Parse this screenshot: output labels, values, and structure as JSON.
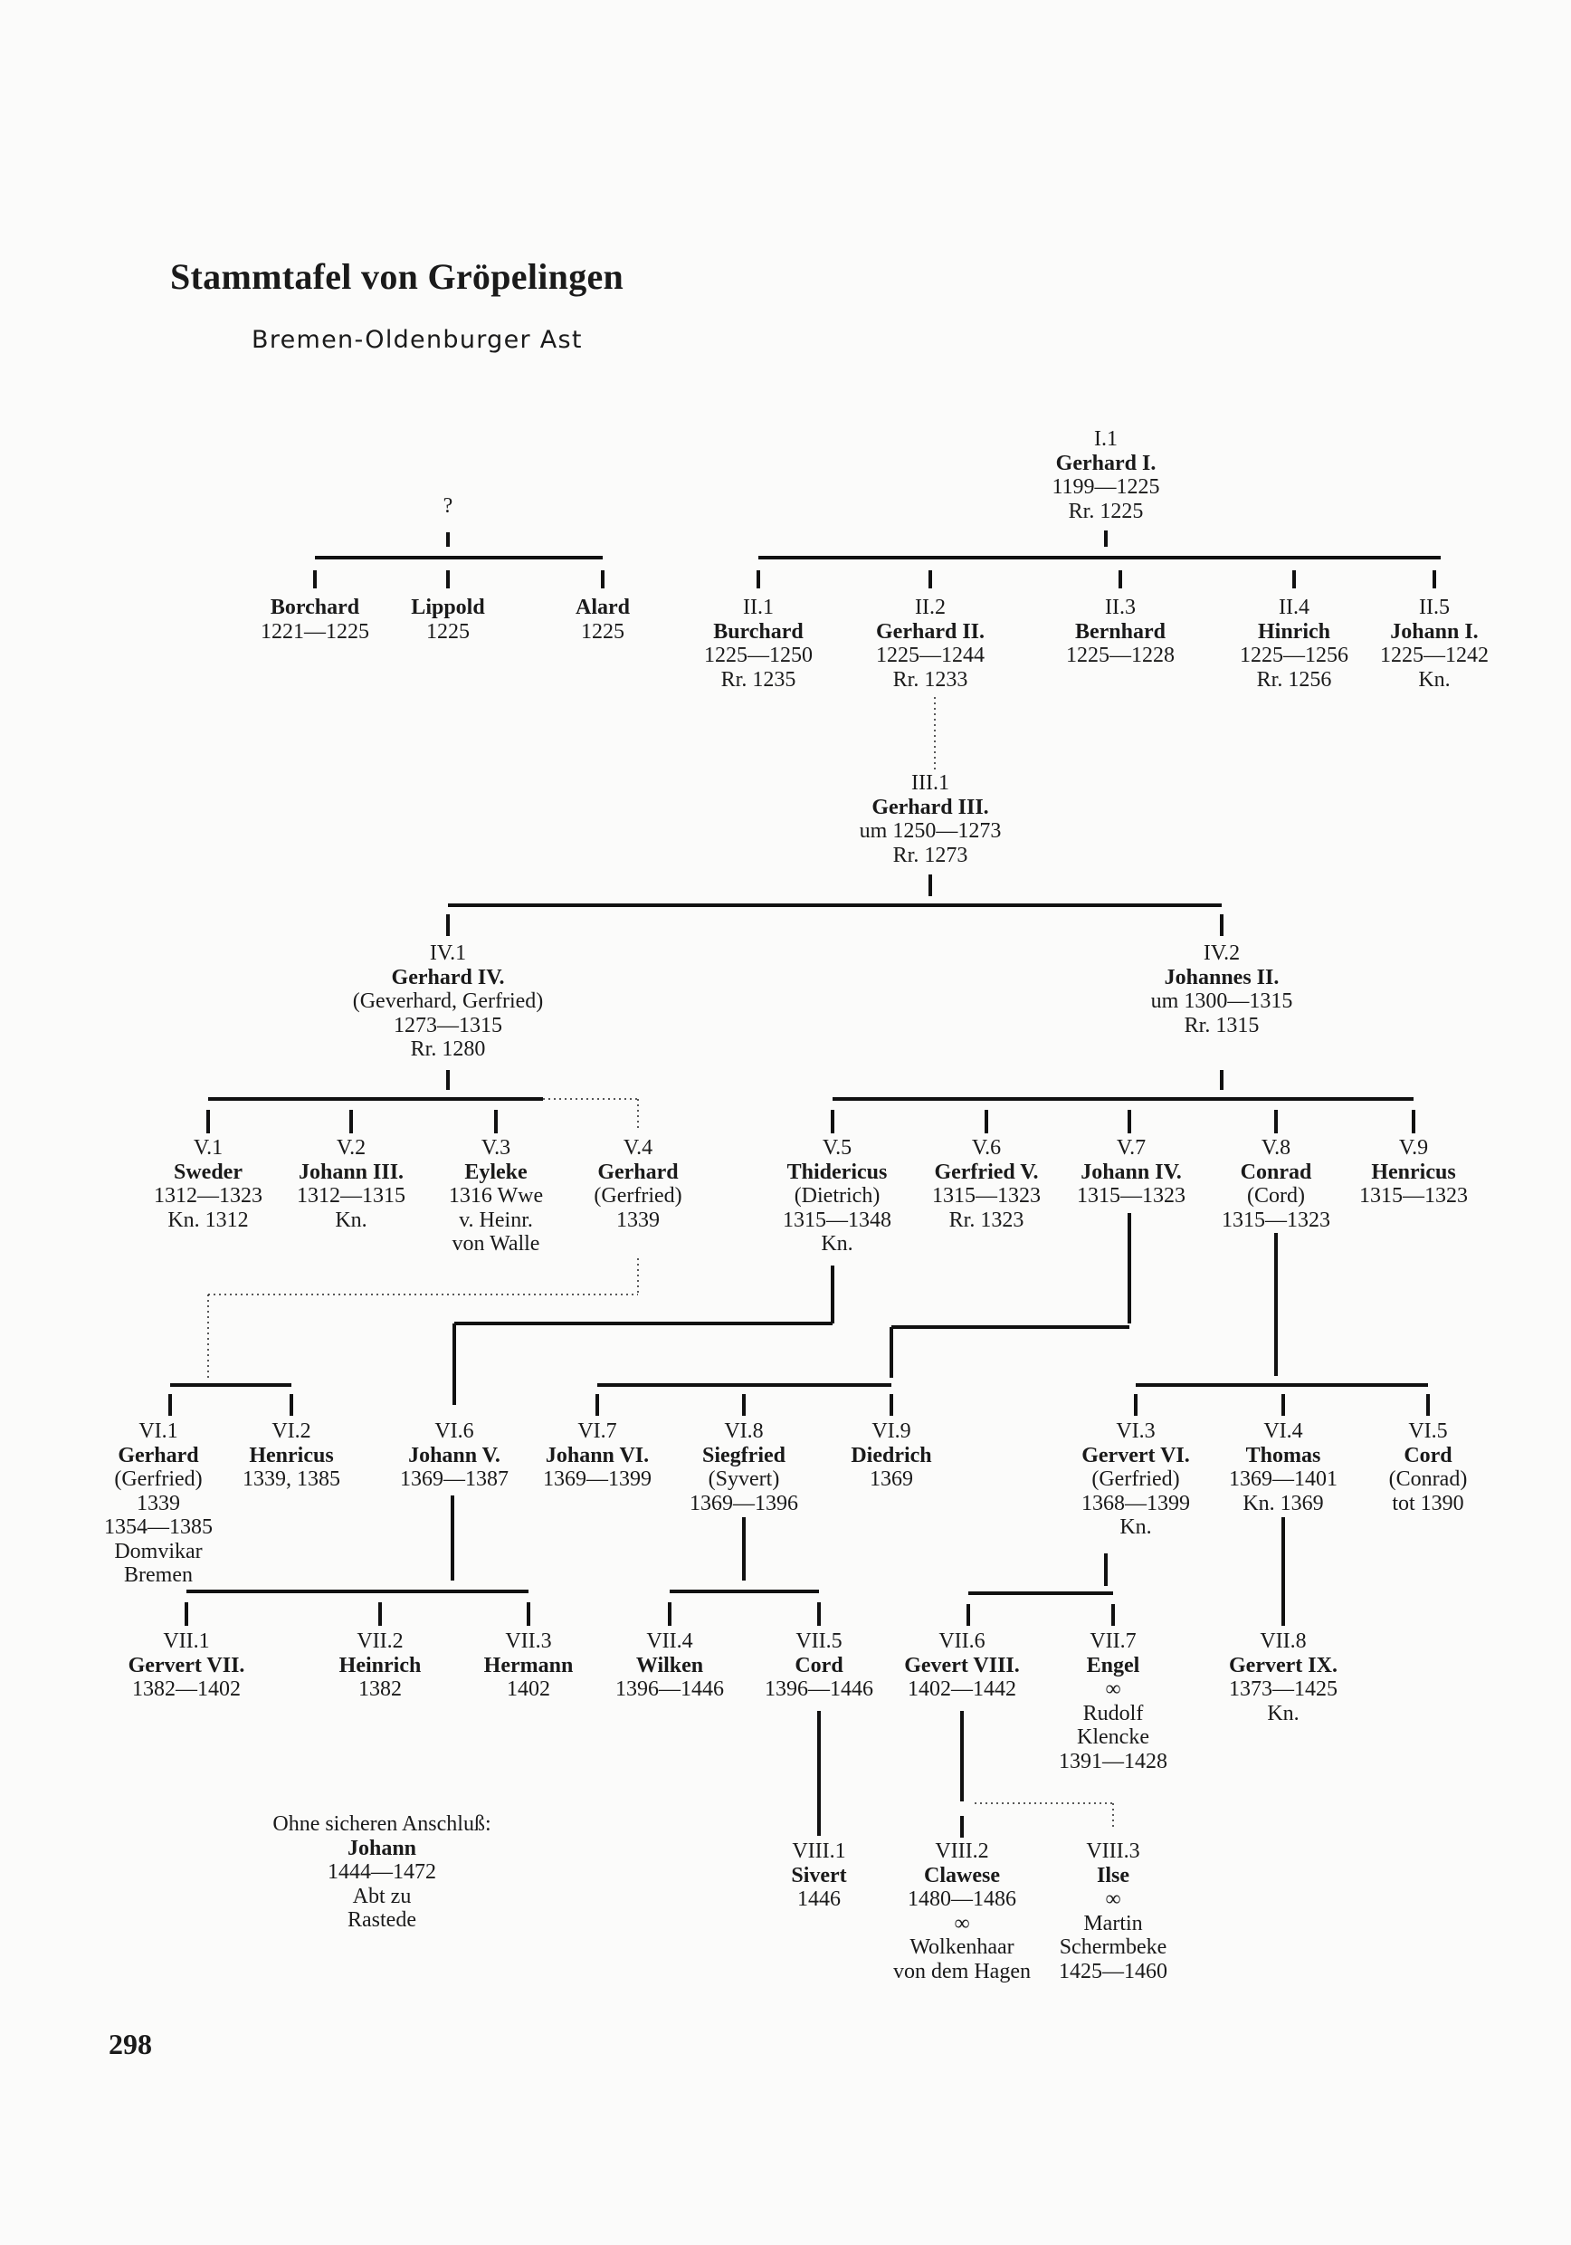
{
  "title": "Stammtafel von Gröpelingen",
  "subtitle": "Bremen-Oldenburger Ast",
  "page_number": "298",
  "unknown_parent": "?",
  "nodes": {
    "i1": {
      "lines": [
        "I.1",
        "Gerhard I.",
        "1199—1225",
        "Rr. 1225"
      ],
      "bold": 1
    },
    "borchard": {
      "lines": [
        "Borchard",
        "1221—1225"
      ],
      "bold": 0
    },
    "lippold": {
      "lines": [
        "Lippold",
        "1225"
      ],
      "bold": 0
    },
    "alard": {
      "lines": [
        "Alard",
        "1225"
      ],
      "bold": 0
    },
    "ii1": {
      "lines": [
        "II.1",
        "Burchard",
        "1225—1250",
        "Rr. 1235"
      ],
      "bold": 1
    },
    "ii2": {
      "lines": [
        "II.2",
        "Gerhard II.",
        "1225—1244",
        "Rr. 1233"
      ],
      "bold": 1
    },
    "ii3": {
      "lines": [
        "II.3",
        "Bernhard",
        "1225—1228"
      ],
      "bold": 1
    },
    "ii4": {
      "lines": [
        "II.4",
        "Hinrich",
        "1225—1256",
        "Rr. 1256"
      ],
      "bold": 1
    },
    "ii5": {
      "lines": [
        "II.5",
        "Johann I.",
        "1225—1242",
        "Kn."
      ],
      "bold": 1
    },
    "iii1": {
      "lines": [
        "III.1",
        "Gerhard III.",
        "um 1250—1273",
        "Rr. 1273"
      ],
      "bold": 1
    },
    "iv1": {
      "lines": [
        "IV.1",
        "Gerhard IV.",
        "(Geverhard, Gerfried)",
        "1273—1315",
        "Rr. 1280"
      ],
      "bold": 1
    },
    "iv2": {
      "lines": [
        "IV.2",
        "Johannes II.",
        "um 1300—1315",
        "Rr. 1315"
      ],
      "bold": 1
    },
    "v1": {
      "lines": [
        "V.1",
        "Sweder",
        "1312—1323",
        "Kn. 1312"
      ],
      "bold": 1
    },
    "v2": {
      "lines": [
        "V.2",
        "Johann III.",
        "1312—1315",
        "Kn."
      ],
      "bold": 1
    },
    "v3": {
      "lines": [
        "V.3",
        "Eyleke",
        "1316 Wwe",
        "v. Heinr.",
        "von Walle"
      ],
      "bold": 1
    },
    "v4": {
      "lines": [
        "V.4",
        "Gerhard",
        "(Gerfried)",
        "1339"
      ],
      "bold": 1
    },
    "v5": {
      "lines": [
        "V.5",
        "Thidericus",
        "(Dietrich)",
        "1315—1348",
        "Kn."
      ],
      "bold": 1
    },
    "v6": {
      "lines": [
        "V.6",
        "Gerfried V.",
        "1315—1323",
        "Rr. 1323"
      ],
      "bold": 1
    },
    "v7": {
      "lines": [
        "V.7",
        "Johann IV.",
        "1315—1323"
      ],
      "bold": 1
    },
    "v8": {
      "lines": [
        "V.8",
        "Conrad",
        "(Cord)",
        "1315—1323"
      ],
      "bold": 1
    },
    "v9": {
      "lines": [
        "V.9",
        "Henricus",
        "1315—1323"
      ],
      "bold": 1
    },
    "vi1": {
      "lines": [
        "VI.1",
        "Gerhard",
        "(Gerfried)",
        "1339",
        "1354—1385",
        "Domvikar",
        "Bremen"
      ],
      "bold": 1
    },
    "vi2": {
      "lines": [
        "VI.2",
        "Henricus",
        "1339, 1385"
      ],
      "bold": 1
    },
    "vi6": {
      "lines": [
        "VI.6",
        "Johann V.",
        "1369—1387"
      ],
      "bold": 1
    },
    "vi7": {
      "lines": [
        "VI.7",
        "Johann VI.",
        "1369—1399"
      ],
      "bold": 1
    },
    "vi8": {
      "lines": [
        "VI.8",
        "Siegfried",
        "(Syvert)",
        "1369—1396"
      ],
      "bold": 1
    },
    "vi9": {
      "lines": [
        "VI.9",
        "Diedrich",
        "1369"
      ],
      "bold": 1
    },
    "vi3": {
      "lines": [
        "VI.3",
        "Gervert VI.",
        "(Gerfried)",
        "1368—1399",
        "Kn."
      ],
      "bold": 1
    },
    "vi4": {
      "lines": [
        "VI.4",
        "Thomas",
        "1369—1401",
        "Kn. 1369"
      ],
      "bold": 1
    },
    "vi5": {
      "lines": [
        "VI.5",
        "Cord",
        "(Conrad)",
        "tot 1390"
      ],
      "bold": 1
    },
    "vii1": {
      "lines": [
        "VII.1",
        "Gervert VII.",
        "1382—1402"
      ],
      "bold": 1
    },
    "vii2": {
      "lines": [
        "VII.2",
        "Heinrich",
        "1382"
      ],
      "bold": 1
    },
    "vii3": {
      "lines": [
        "VII.3",
        "Hermann",
        "1402"
      ],
      "bold": 1
    },
    "vii4": {
      "lines": [
        "VII.4",
        "Wilken",
        "1396—1446"
      ],
      "bold": 1
    },
    "vii5": {
      "lines": [
        "VII.5",
        "Cord",
        "1396—1446"
      ],
      "bold": 1
    },
    "vii6": {
      "lines": [
        "VII.6",
        "Gevert VIII.",
        "1402—1442"
      ],
      "bold": 1
    },
    "vii7": {
      "lines": [
        "VII.7",
        "Engel",
        "∞",
        "Rudolf",
        "Klencke",
        "1391—1428"
      ],
      "bold": 1
    },
    "vii8": {
      "lines": [
        "VII.8",
        "Gervert IX.",
        "1373—1425",
        "Kn."
      ],
      "bold": 1
    },
    "viii1": {
      "lines": [
        "VIII.1",
        "Sivert",
        "1446"
      ],
      "bold": 1
    },
    "viii2": {
      "lines": [
        "VIII.2",
        "Clawese",
        "1480—1486",
        "∞",
        "Wolkenhaar",
        "von dem Hagen"
      ],
      "bold": 1
    },
    "viii3": {
      "lines": [
        "VIII.3",
        "Ilse",
        "∞",
        "Martin",
        "Schermbeke",
        "1425—1460"
      ],
      "bold": 1
    }
  },
  "loose_note": {
    "lines": [
      "Ohne sicheren Anschluß:",
      "Johann",
      "1444—1472",
      "Abt zu",
      "Rastede"
    ]
  }
}
